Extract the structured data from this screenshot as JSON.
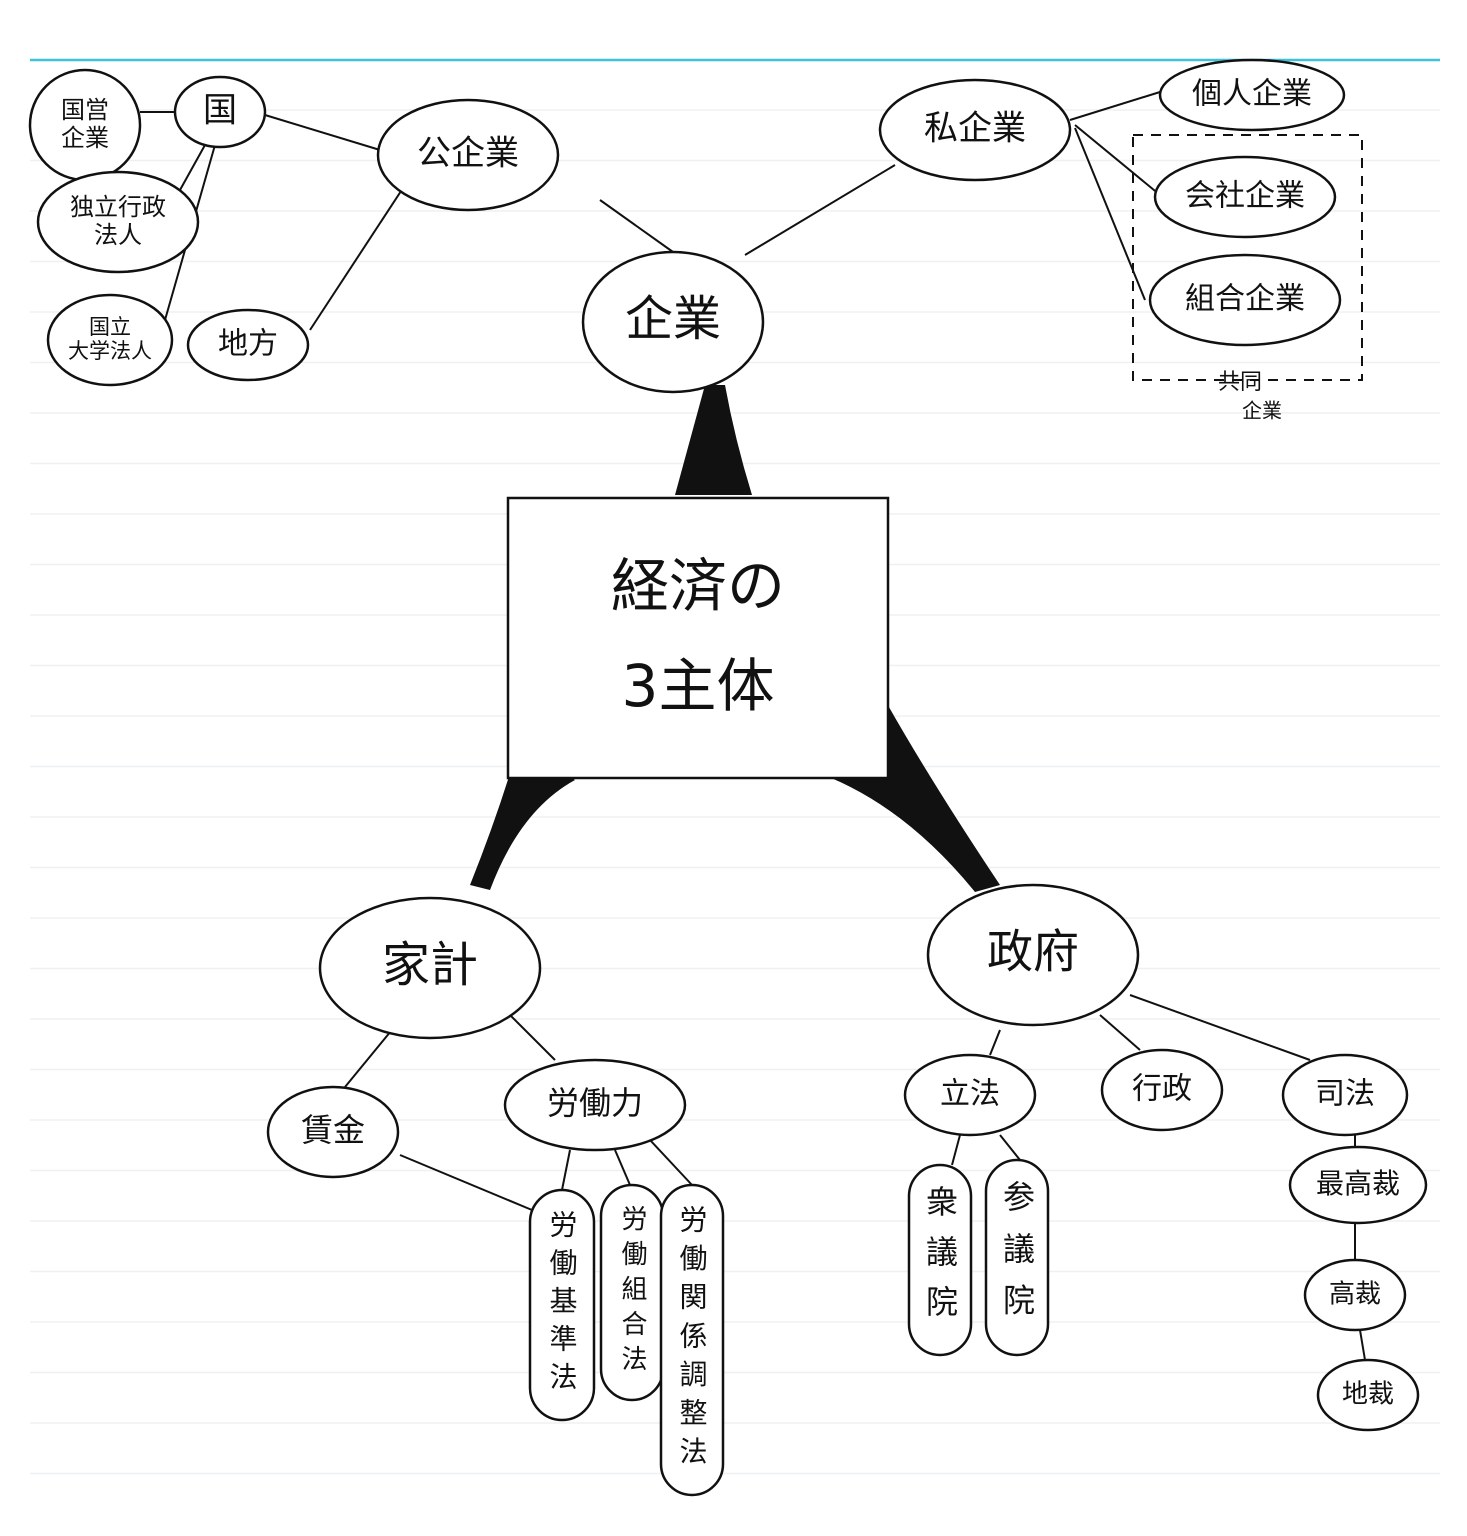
{
  "center": {
    "label_line1": "経済の",
    "label_line2": "3主体"
  },
  "nodes": {
    "kigyo": "企業",
    "kokigyo": "公企業",
    "shikigyo": "私企業",
    "kuni": "国",
    "kokuei": [
      "国営",
      "企業"
    ],
    "dokuritsu": [
      "独立行政",
      "法人"
    ],
    "kokuritsu": [
      "国立",
      "大学法人"
    ],
    "chiho": "地方",
    "kojin": "個人企業",
    "kaisha": "会社企業",
    "kumiai": "組合企業",
    "kakei": "家計",
    "seifu": "政府",
    "chingin": "賃金",
    "rodoryoku": "労働力",
    "kijun": "労働基準法",
    "kumiaiho": "労働組合法",
    "chosei": "労働関係調整法",
    "rippo": "立法",
    "gyosei": "行政",
    "shiho": "司法",
    "shugiin": "衆議院",
    "sangiin": "参議院",
    "saikosai": "最高裁",
    "kosai": "高裁",
    "chisai": "地裁"
  },
  "group": {
    "label_line1": "共同",
    "label_line2": "企業"
  },
  "colors": {
    "ink": "#111111",
    "margin_line": "#3ec3d6",
    "paper": "#ffffff"
  }
}
